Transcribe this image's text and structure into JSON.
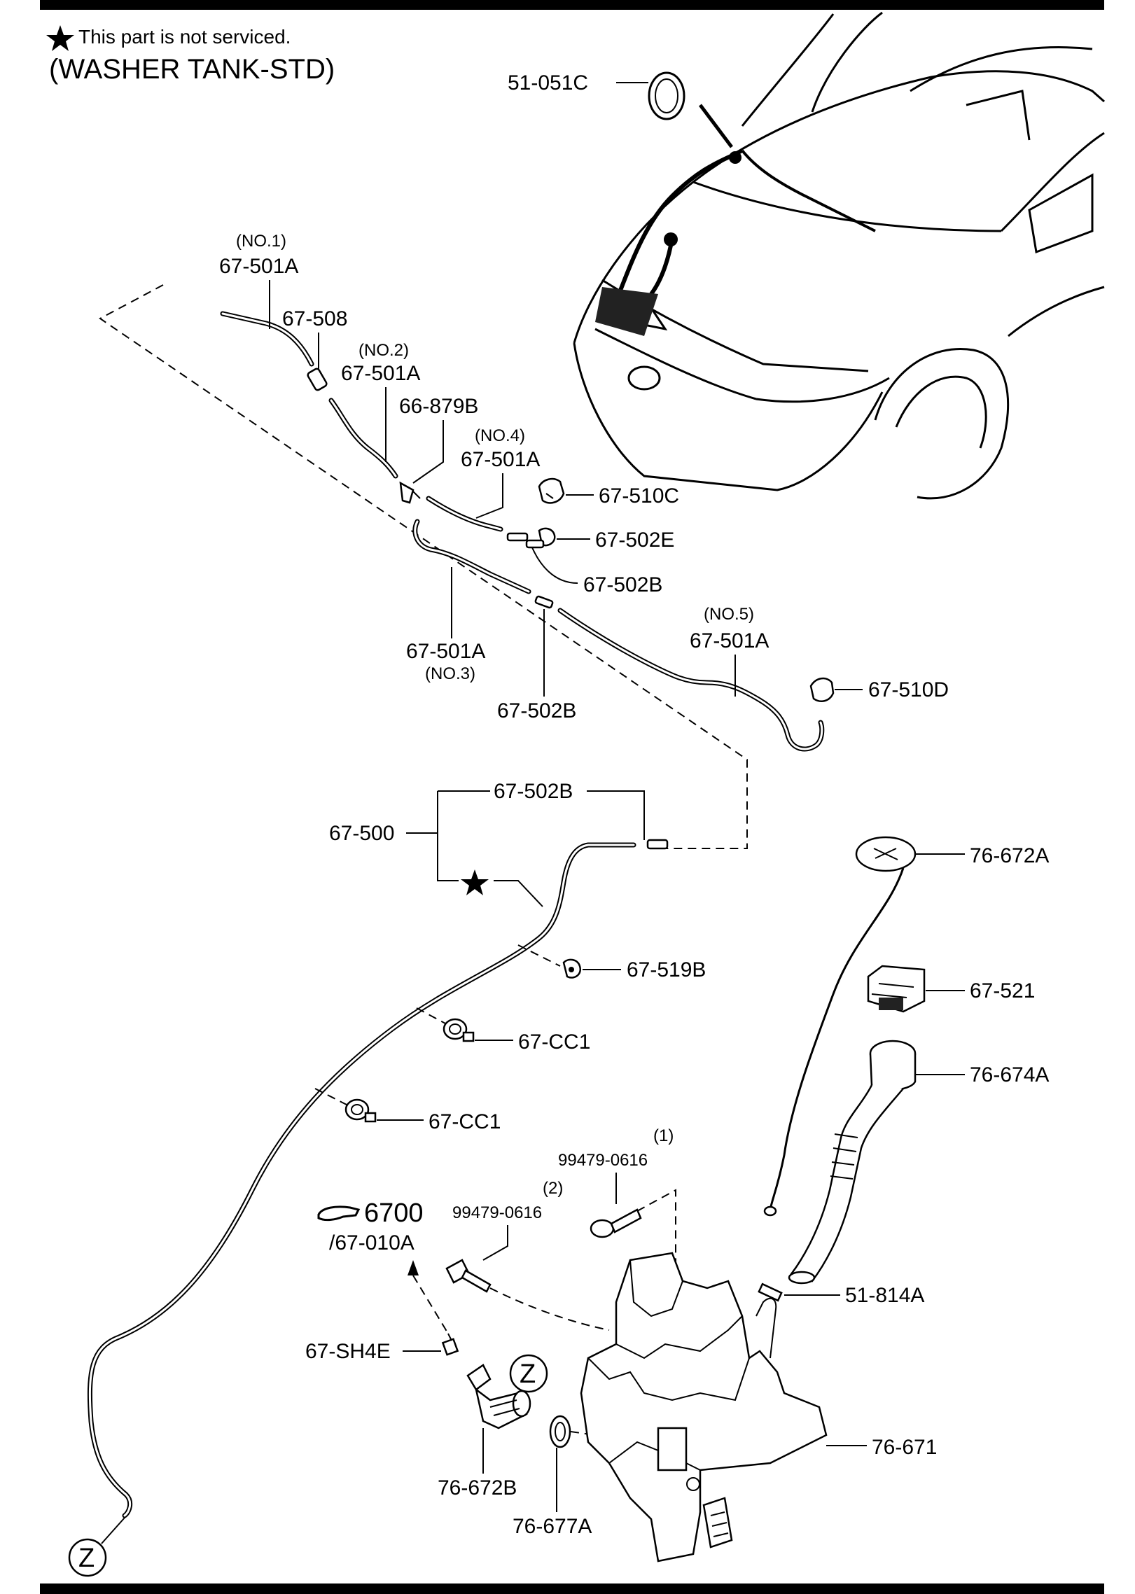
{
  "note": "This part is not serviced.",
  "title": "(WASHER TANK-STD)",
  "labels": {
    "hood_grommet": "51-051C",
    "hose_no1_tag": "(NO.1)",
    "hose_no1": "67-501A",
    "joint_508": "67-508",
    "hose_no2_tag": "(NO.2)",
    "hose_no2": "67-501A",
    "clip_879b": "66-879B",
    "hose_no4_tag": "(NO.4)",
    "hose_no4": "67-501A",
    "nozzle_510c": "67-510C",
    "joint_502e": "67-502E",
    "joint_502b_a": "67-502B",
    "hose_no5_tag": "(NO.5)",
    "hose_no5": "67-501A",
    "nozzle_510d": "67-510D",
    "hose_no3": "67-501A",
    "hose_no3_tag": "(NO.3)",
    "joint_502b_b": "67-502B",
    "joint_502b_c": "67-502B",
    "hose_500": "67-500",
    "cap_672a": "76-672A",
    "clip_519b": "67-519B",
    "bracket_521": "67-521",
    "clamp_cc1_a": "67-CC1",
    "filler_674a": "76-674A",
    "clamp_cc1_b": "67-CC1",
    "bolt1_tag": "(1)",
    "bolt1": "99479-0616",
    "bolt2_tag": "(2)",
    "bolt2": "99479-0616",
    "ref_group": "6700",
    "ref_sub": "/67-010A",
    "seal_814a": "51-814A",
    "connector_sh4e": "67-SH4E",
    "tank_671": "76-671",
    "pump_672b": "76-672B",
    "grommet_677a": "76-677A",
    "z_marker": "Z"
  }
}
